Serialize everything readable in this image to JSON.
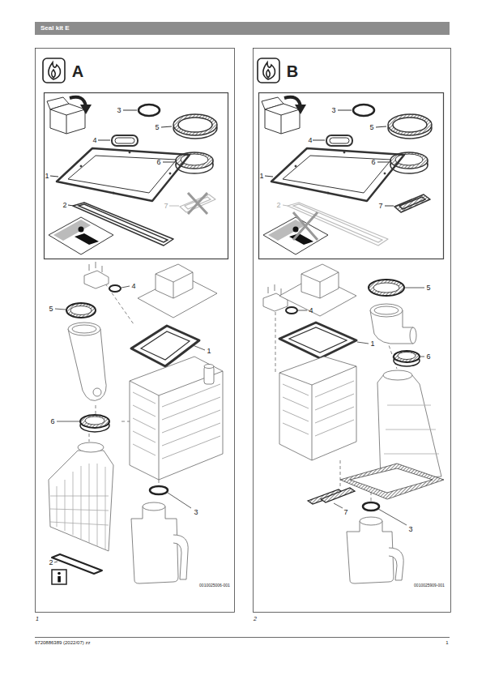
{
  "diagram": {
    "title": "Seal kit E",
    "labels": [
      "A",
      "3",
      "5",
      "4",
      "6",
      "1",
      "7",
      "2",
      "4",
      "5",
      "1",
      "6",
      "3",
      "2",
      "0010025006-001",
      "B",
      "3",
      "5",
      "4",
      "6",
      "1",
      "2",
      "7",
      "5",
      "4",
      "1",
      "6",
      "7",
      "3",
      "0010025909-001",
      "1",
      "2",
      "6720886389 (2022/07) zz",
      "1"
    ]
  }
}
